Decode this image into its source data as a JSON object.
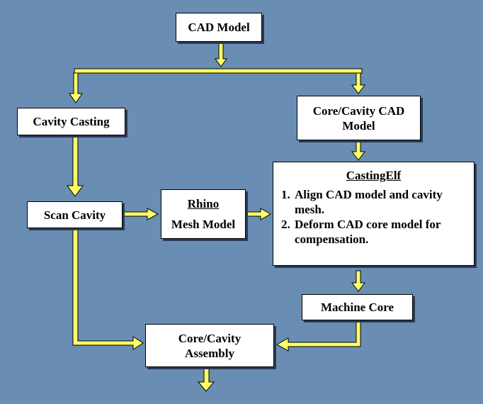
{
  "colors": {
    "background": "#6a8db4",
    "arrow": "#ffff66",
    "box": "#ffffff"
  },
  "nodes": {
    "cad_model": "CAD Model",
    "cavity_casting": "Cavity Casting",
    "core_cavity_cad": {
      "line1": "Core/Cavity CAD",
      "line2": "Model"
    },
    "scan_cavity": "Scan Cavity",
    "rhino": {
      "title": "Rhino",
      "subtitle": "Mesh Model"
    },
    "casting_elf": {
      "title": "CastingElf",
      "steps": [
        "Align CAD model and cavity mesh.",
        "Deform CAD core model for compensation."
      ]
    },
    "machine_core": "Machine Core",
    "assembly": {
      "line1": "Core/Cavity",
      "line2": "Assembly"
    }
  },
  "edges": [
    [
      "cad_model",
      "cavity_casting"
    ],
    [
      "cad_model",
      "core_cavity_cad"
    ],
    [
      "cavity_casting",
      "scan_cavity"
    ],
    [
      "core_cavity_cad",
      "casting_elf"
    ],
    [
      "scan_cavity",
      "rhino"
    ],
    [
      "rhino",
      "casting_elf"
    ],
    [
      "scan_cavity",
      "assembly"
    ],
    [
      "casting_elf",
      "machine_core"
    ],
    [
      "machine_core",
      "assembly"
    ],
    [
      "assembly",
      "output"
    ]
  ]
}
